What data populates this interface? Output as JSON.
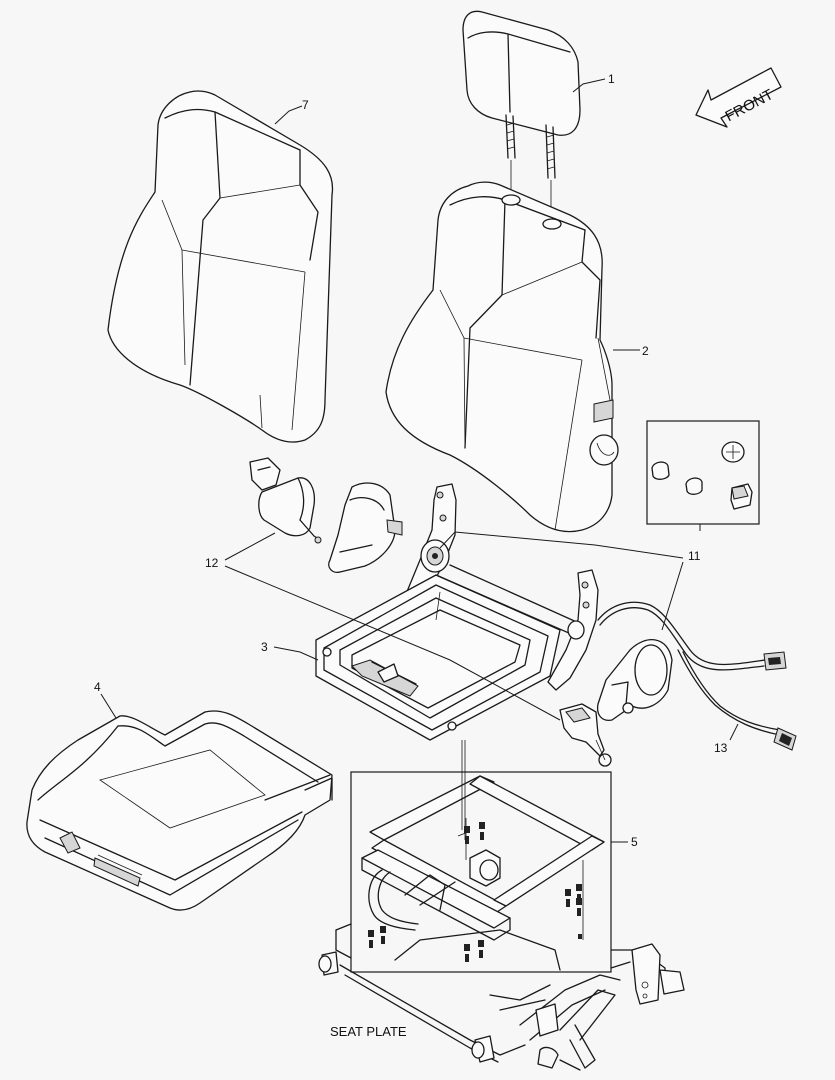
{
  "direction_arrow": {
    "label": "FRONT",
    "icon": "front-arrow-icon"
  },
  "caption": {
    "text": "SEAT PLATE"
  },
  "callouts": [
    {
      "id": "c1",
      "number": "1",
      "part": "headrest"
    },
    {
      "id": "c2",
      "number": "2",
      "part": "seat-back"
    },
    {
      "id": "c3",
      "number": "3",
      "part": "seat-frame"
    },
    {
      "id": "c4",
      "number": "4",
      "part": "seat-cushion"
    },
    {
      "id": "c5",
      "number": "5",
      "part": "slide-rail-kit"
    },
    {
      "id": "c7",
      "number": "7",
      "part": "back-cover"
    },
    {
      "id": "c11",
      "number": "11",
      "part": "recliner-and-knob-kit"
    },
    {
      "id": "c12",
      "number": "12",
      "part": "seat-belt"
    },
    {
      "id": "c13",
      "number": "13",
      "part": "wire-harness"
    }
  ]
}
